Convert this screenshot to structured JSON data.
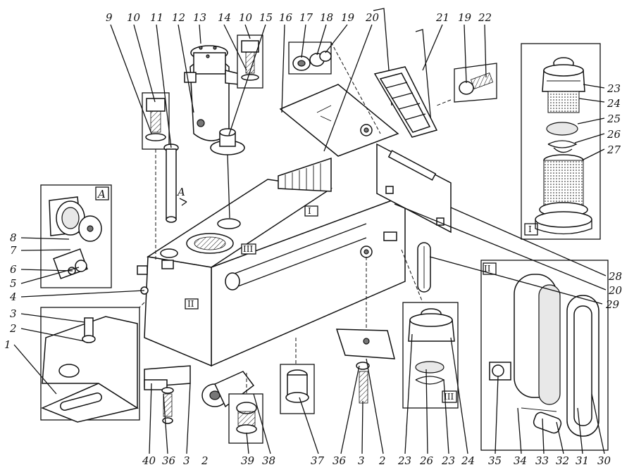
{
  "figure": {
    "callouts": [
      "1",
      "2",
      "3",
      "4",
      "5",
      "6",
      "7",
      "8",
      "9",
      "10",
      "11",
      "12",
      "13",
      "14",
      "15",
      "16",
      "17",
      "18",
      "19",
      "20",
      "21",
      "22",
      "23",
      "24",
      "25",
      "26",
      "27",
      "28",
      "29",
      "30",
      "31",
      "32",
      "33",
      "34",
      "35",
      "36",
      "37",
      "38",
      "39",
      "40"
    ],
    "inset_letters": {
      "a": "A",
      "arrow": "A"
    },
    "roman_markers": [
      "I",
      "II",
      "III"
    ]
  }
}
